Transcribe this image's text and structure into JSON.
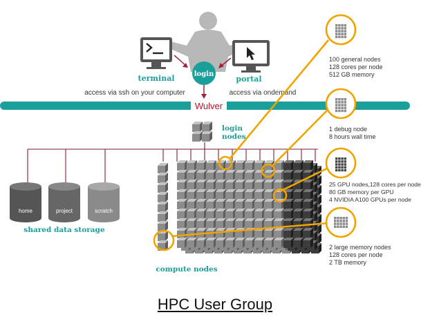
{
  "labels": {
    "terminal": "terminal",
    "login_bubble": "login",
    "portal": "portal",
    "ssh_access": "access via ssh on your computer",
    "ondemand_access": "access via ondemand",
    "cluster_name": "Wulver",
    "login_nodes_line1": "login",
    "login_nodes_line2": "nodes",
    "storage_home": "home",
    "storage_project": "project",
    "storage_scratch": "scratch",
    "shared_storage": "shared data storage",
    "compute_nodes": "compute nodes"
  },
  "node_groups": [
    {
      "lines": [
        "100 general nodes",
        "128 cores per node",
        "512 GB memory"
      ]
    },
    {
      "lines": [
        "1 debug node",
        "8 hours wall time"
      ]
    },
    {
      "lines": [
        "25 GPU nodes,128 cores per node",
        "80 GB memory per GPU",
        "4 NVIDIA A100 GPUs per node"
      ]
    },
    {
      "lines": [
        "2 large memory nodes",
        "128 cores per node",
        "2 TB memory"
      ]
    }
  ],
  "footer": {
    "title": "HPC User Group"
  },
  "colors": {
    "teal": "#1a9f9a",
    "accent": "#f0a400",
    "wulver_red": "#c0102a",
    "cable": "#8a1a2a"
  }
}
